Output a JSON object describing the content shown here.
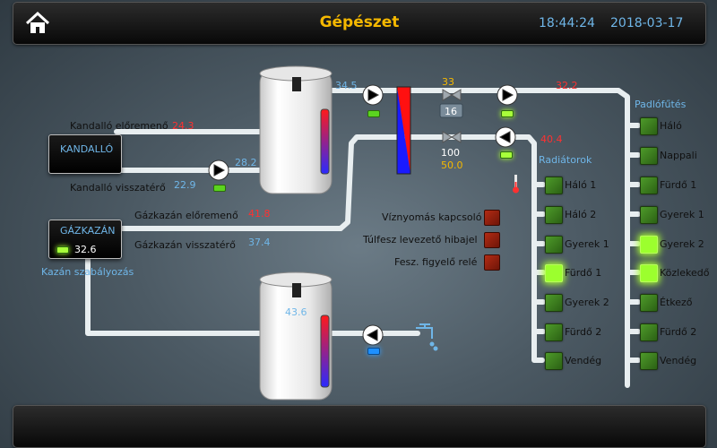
{
  "header": {
    "title": "Gépészet",
    "time": "18:44:24",
    "date": "2018-03-17"
  },
  "fireplace": {
    "box_label": "KANDALLÓ",
    "flow_label": "Kandalló előremenő",
    "flow_value": "24.3",
    "return_label": "Kandalló visszatérő",
    "return_value": "22.9",
    "pump_temp": "28.2"
  },
  "boiler": {
    "box_label": "GÁZKAZÁN",
    "box_value": "32.6",
    "flow_label": "Gázkazán előremenő",
    "flow_value": "41.8",
    "return_label": "Gázkazán visszatérő",
    "return_value": "37.4",
    "control_label": "Kazán szabályozás"
  },
  "tanks": {
    "top_temp": "34.5",
    "bottom_temp": "43.6"
  },
  "mixers": {
    "floor_value_top": "33",
    "floor_setting": "16",
    "floor_out": "32.2",
    "radiator_setting": "100",
    "radiator_value": "50.0",
    "radiator_out": "40.4"
  },
  "alarms": [
    {
      "label": "Víznyomás kapcsoló"
    },
    {
      "label": "Túlfesz levezető hibajel"
    },
    {
      "label": "Fesz. figyelő relé"
    }
  ],
  "radiators": {
    "title": "Radiátorok",
    "rooms": [
      {
        "label": "Háló 1",
        "on": false
      },
      {
        "label": "Háló 2",
        "on": false
      },
      {
        "label": "Gyerek 1",
        "on": false
      },
      {
        "label": "Fürdő 1",
        "on": true
      },
      {
        "label": "Gyerek 2",
        "on": false
      },
      {
        "label": "Fürdő 2",
        "on": false
      },
      {
        "label": "Vendég",
        "on": false
      }
    ]
  },
  "floor_heating": {
    "title": "Padlófűtés",
    "rooms": [
      {
        "label": "Háló",
        "on": false
      },
      {
        "label": "Nappali",
        "on": false
      },
      {
        "label": "Fürdő 1",
        "on": false
      },
      {
        "label": "Gyerek 1",
        "on": false
      },
      {
        "label": "Gyerek 2",
        "on": true
      },
      {
        "label": "Közlekedő",
        "on": true
      },
      {
        "label": "Étkező",
        "on": false
      },
      {
        "label": "Fürdő 2",
        "on": false
      },
      {
        "label": "Vendég",
        "on": false
      }
    ]
  },
  "colors": {
    "title": "#f5b800",
    "temp_blue": "#6fb6e8",
    "temp_red": "#ff3030",
    "active_led": "#9cff2e"
  }
}
